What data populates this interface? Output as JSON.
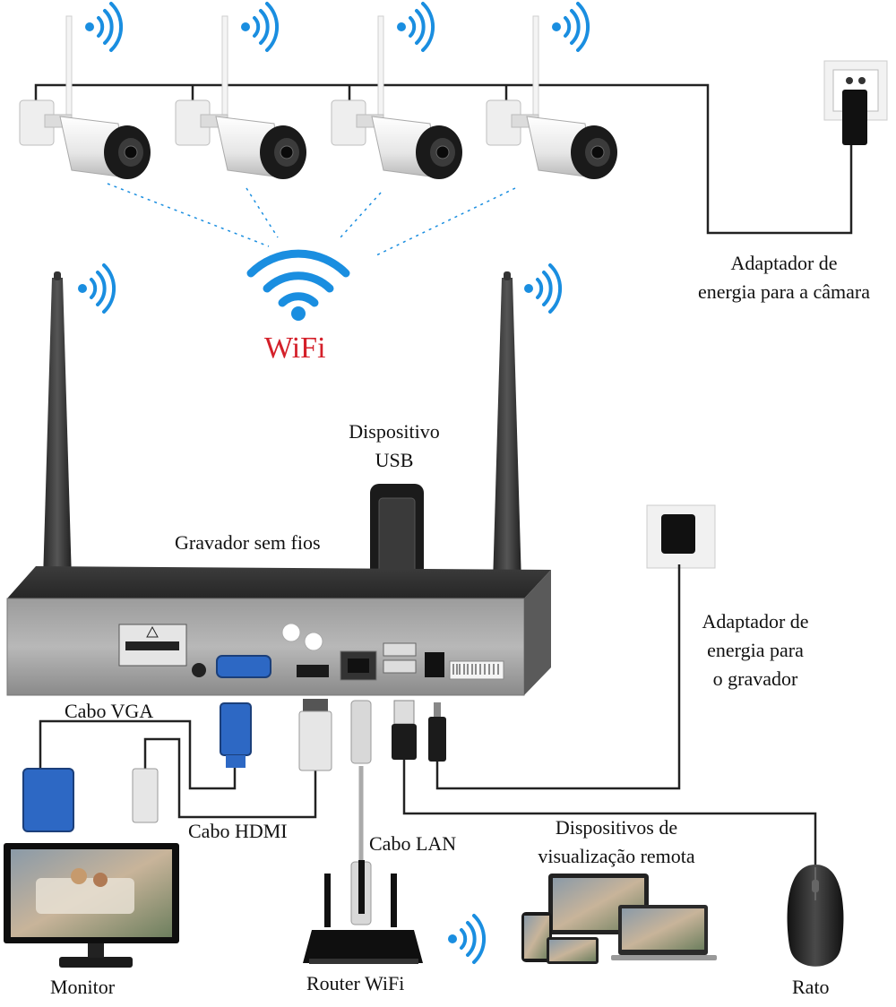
{
  "labels": {
    "camera_power": [
      "Adaptador de",
      "energia para a câmara"
    ],
    "wifi": "WiFi",
    "usb_device": [
      "Dispositivo",
      "USB"
    ],
    "recorder": "Gravador sem fios",
    "recorder_power": [
      "Adaptador de",
      "energia para",
      "o gravador"
    ],
    "vga_cable": "Cabo VGA",
    "hdmi_cable": "Cabo HDMI",
    "lan_cable": "Cabo LAN",
    "remote_devices": [
      "Dispositivos de",
      "visualização remota"
    ],
    "monitor": "Monitor",
    "router": "Router WiFi",
    "mouse": "Rato"
  },
  "colors": {
    "wifi_blue": "#1a8ee0",
    "wifi_text": "#d4202a",
    "cable": "#222222",
    "vga_blue": "#2d68c4"
  },
  "icons": [
    "camera-icon",
    "wifi-signal-icon",
    "power-outlet-icon",
    "usb-dongle-icon",
    "nvr-recorder-icon",
    "monitor-icon",
    "router-icon",
    "laptop-icon",
    "mouse-icon"
  ]
}
